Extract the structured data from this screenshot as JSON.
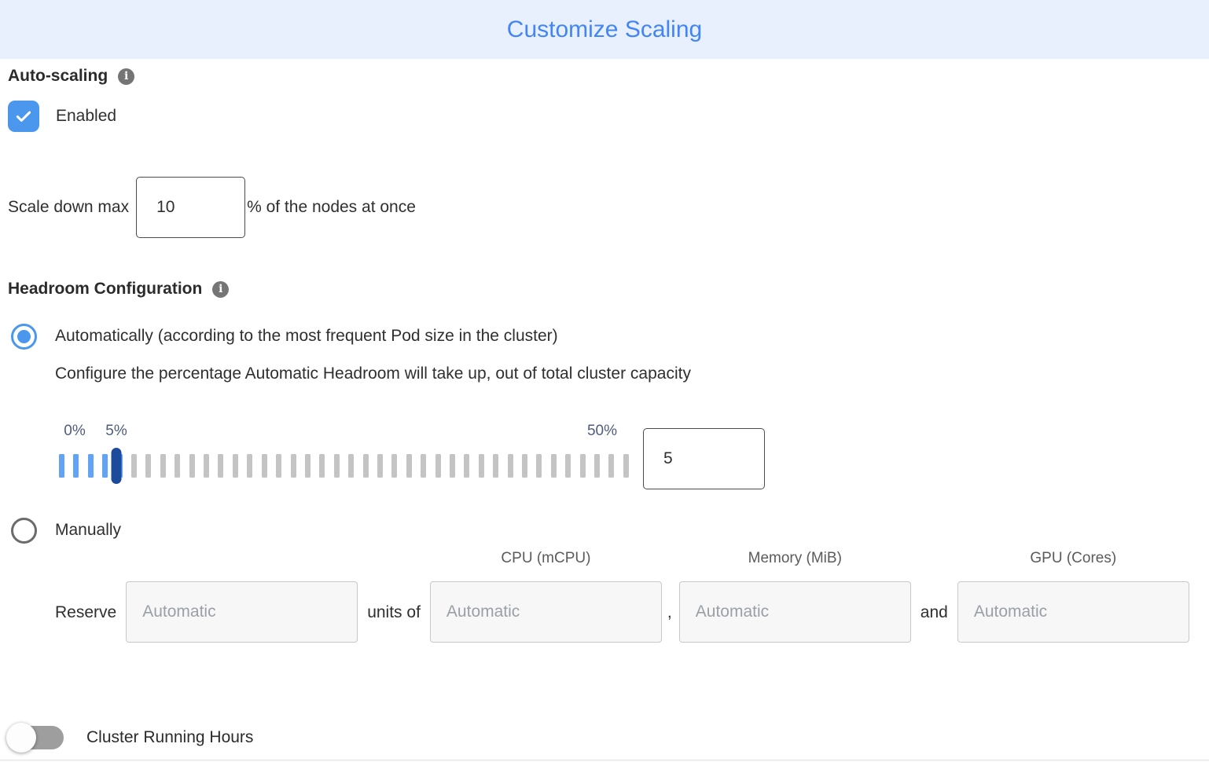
{
  "header": {
    "title": "Customize Scaling"
  },
  "auto_scaling": {
    "label": "Auto-scaling",
    "enabled_label": "Enabled",
    "checkbox_checked": true
  },
  "scale_down": {
    "prefix": "Scale down max",
    "value": "10",
    "suffix": "% of the nodes at once"
  },
  "headroom": {
    "label": "Headroom Configuration",
    "auto_option_label": "Automatically (according to the most frequent Pod size in the cluster)",
    "auto_option_selected": true,
    "auto_description": "Configure the percentage Automatic Headroom will take up, out of total cluster capacity",
    "slider": {
      "min_label": "0%",
      "current_label": "5%",
      "max_label": "50%",
      "value": "5",
      "percent_of_track": 10,
      "tick_count": 40,
      "active_ticks": 5
    },
    "manual_option_label": "Manually",
    "manual_option_selected": false
  },
  "reserve": {
    "prefix": "Reserve",
    "units_label": "units of",
    "comma": ",",
    "and_label": "and",
    "fields": [
      {
        "header": "",
        "placeholder": "Automatic",
        "value": ""
      },
      {
        "header": "CPU (mCPU)",
        "placeholder": "Automatic",
        "value": ""
      },
      {
        "header": "Memory (MiB)",
        "placeholder": "Automatic",
        "value": ""
      },
      {
        "header": "GPU (Cores)",
        "placeholder": "Automatic",
        "value": ""
      }
    ]
  },
  "cluster_running_hours": {
    "label": "Cluster Running Hours",
    "enabled": false
  },
  "colors": {
    "header_bg": "#e8f0fe",
    "title_blue": "#4285f4",
    "accent_blue": "#4c97ee",
    "slider_active_tick": "#62a3f3",
    "slider_inactive_tick": "#c4c4c4",
    "slider_handle": "#1c4b9c",
    "slider_label_text": "#4e5d7c",
    "info_icon_gray": "#757575",
    "toggle_track_gray": "#9e9e9e"
  }
}
